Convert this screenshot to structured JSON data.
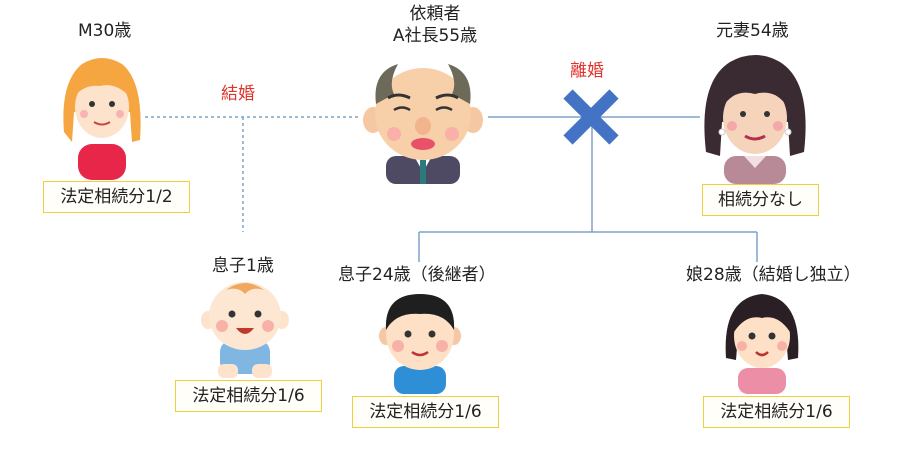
{
  "people": {
    "wife": {
      "name": "M30歳",
      "share": "法定相続分1/2"
    },
    "client": {
      "role": "依頼者",
      "name": "A社長55歳"
    },
    "ex_wife": {
      "name": "元妻54歳",
      "share": "相続分なし"
    },
    "baby_son": {
      "name": "息子1歳",
      "share": "法定相続分1/6"
    },
    "son": {
      "name": "息子24歳（後継者）",
      "share": "法定相続分1/6"
    },
    "daughter": {
      "name": "娘28歳（結婚し独立）",
      "share": "法定相続分1/6"
    }
  },
  "relations": {
    "marriage": "結婚",
    "divorce": "離婚"
  },
  "colors": {
    "line": "#7fa3c6",
    "cross": "#4472c4",
    "relation_text": "#e0332b",
    "box_border": "#f0cf3c"
  }
}
